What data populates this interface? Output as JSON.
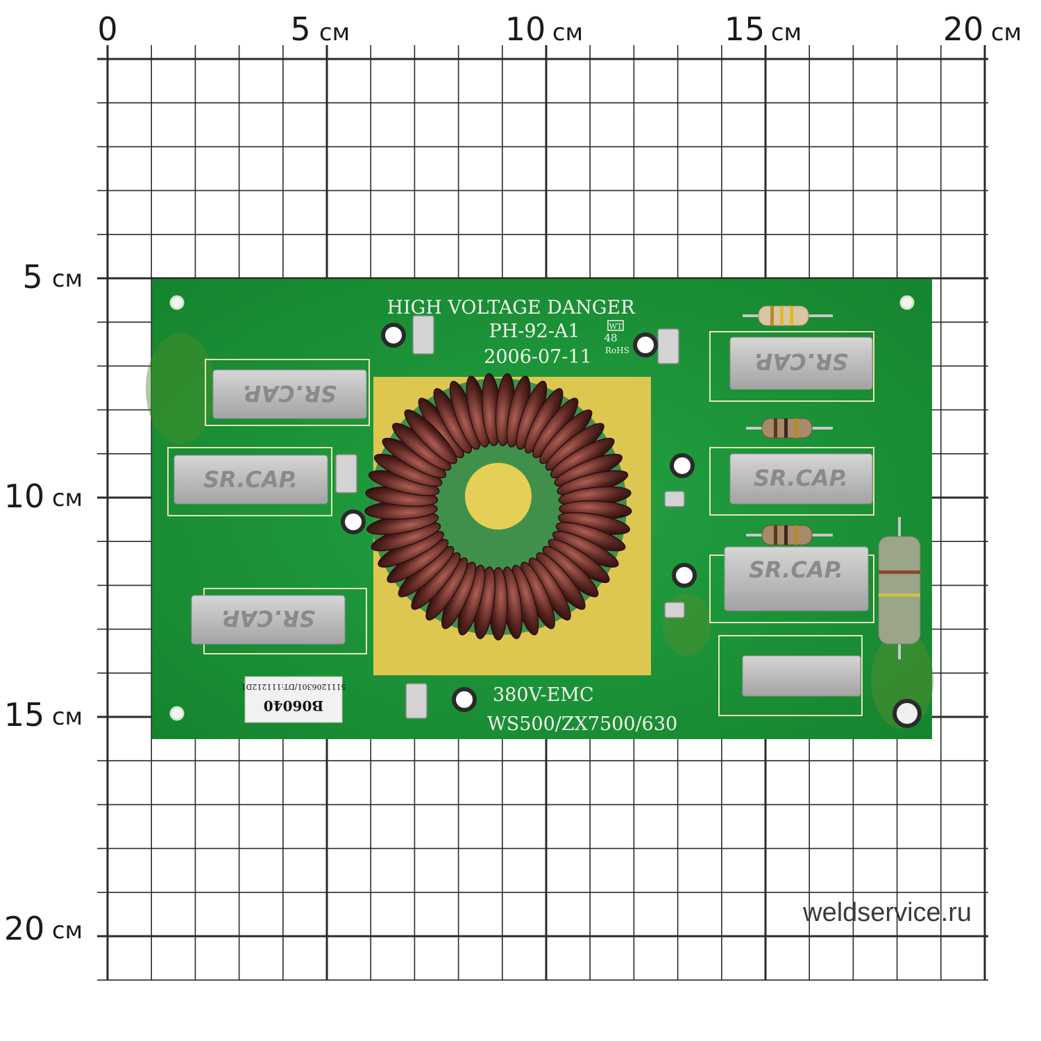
{
  "ruler": {
    "top": [
      {
        "num": "0",
        "unit": ""
      },
      {
        "num": "5",
        "unit": "см"
      },
      {
        "num": "10",
        "unit": "см"
      },
      {
        "num": "15",
        "unit": "см"
      },
      {
        "num": "20",
        "unit": "см"
      }
    ],
    "left": [
      {
        "num": "5",
        "unit": "см"
      },
      {
        "num": "10",
        "unit": "см"
      },
      {
        "num": "15",
        "unit": "см"
      },
      {
        "num": "20",
        "unit": "см"
      }
    ]
  },
  "board": {
    "warning": "HIGH  VOLTAGE  DANGER",
    "model": "PH-92-A1",
    "date": "2006-07-11",
    "rating": "380V-EMC",
    "series": "WS500/ZX7500/630",
    "rohs": "RoHS",
    "wt": "WT",
    "code48": "48",
    "sticker_main": "B06040",
    "sticker_sub": "5111206301/DT:111212D1",
    "cap_mark": "SR.CAP."
  },
  "watermark": "weldservice.ru",
  "colors": {
    "pcb": "#1f9a3a",
    "grid": "#2a2a2a",
    "pad": "#e9ce57",
    "capacitor": "#b9b9b9",
    "copper_wire": "#5a2622"
  }
}
